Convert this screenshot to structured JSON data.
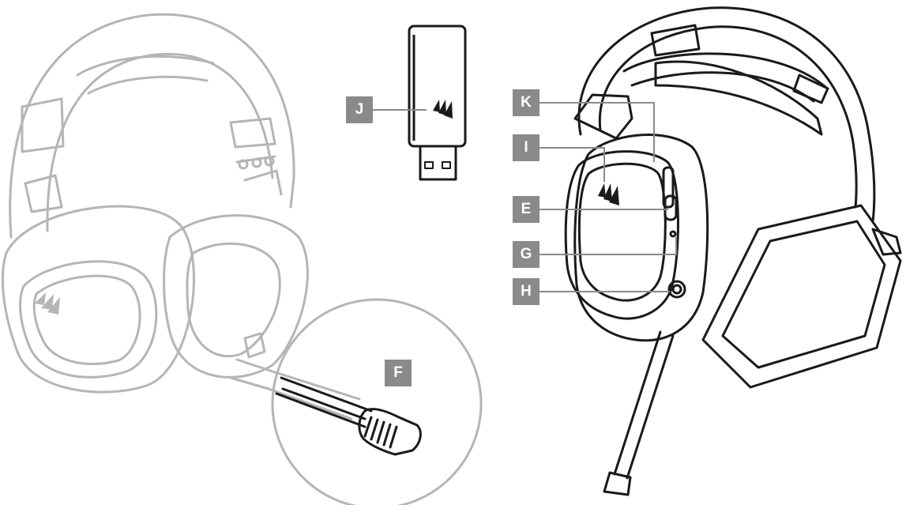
{
  "callouts": {
    "j": "J",
    "k": "K",
    "i": "I",
    "e": "E",
    "g": "G",
    "h": "H",
    "f": "F"
  },
  "colors": {
    "line_dark": "#1a1a1a",
    "line_light": "#b5b5b5",
    "callout_bg": "#8a8a8a",
    "callout_text": "#ffffff",
    "background": "#ffffff"
  },
  "icons": [
    "corsair-sails-logo"
  ]
}
